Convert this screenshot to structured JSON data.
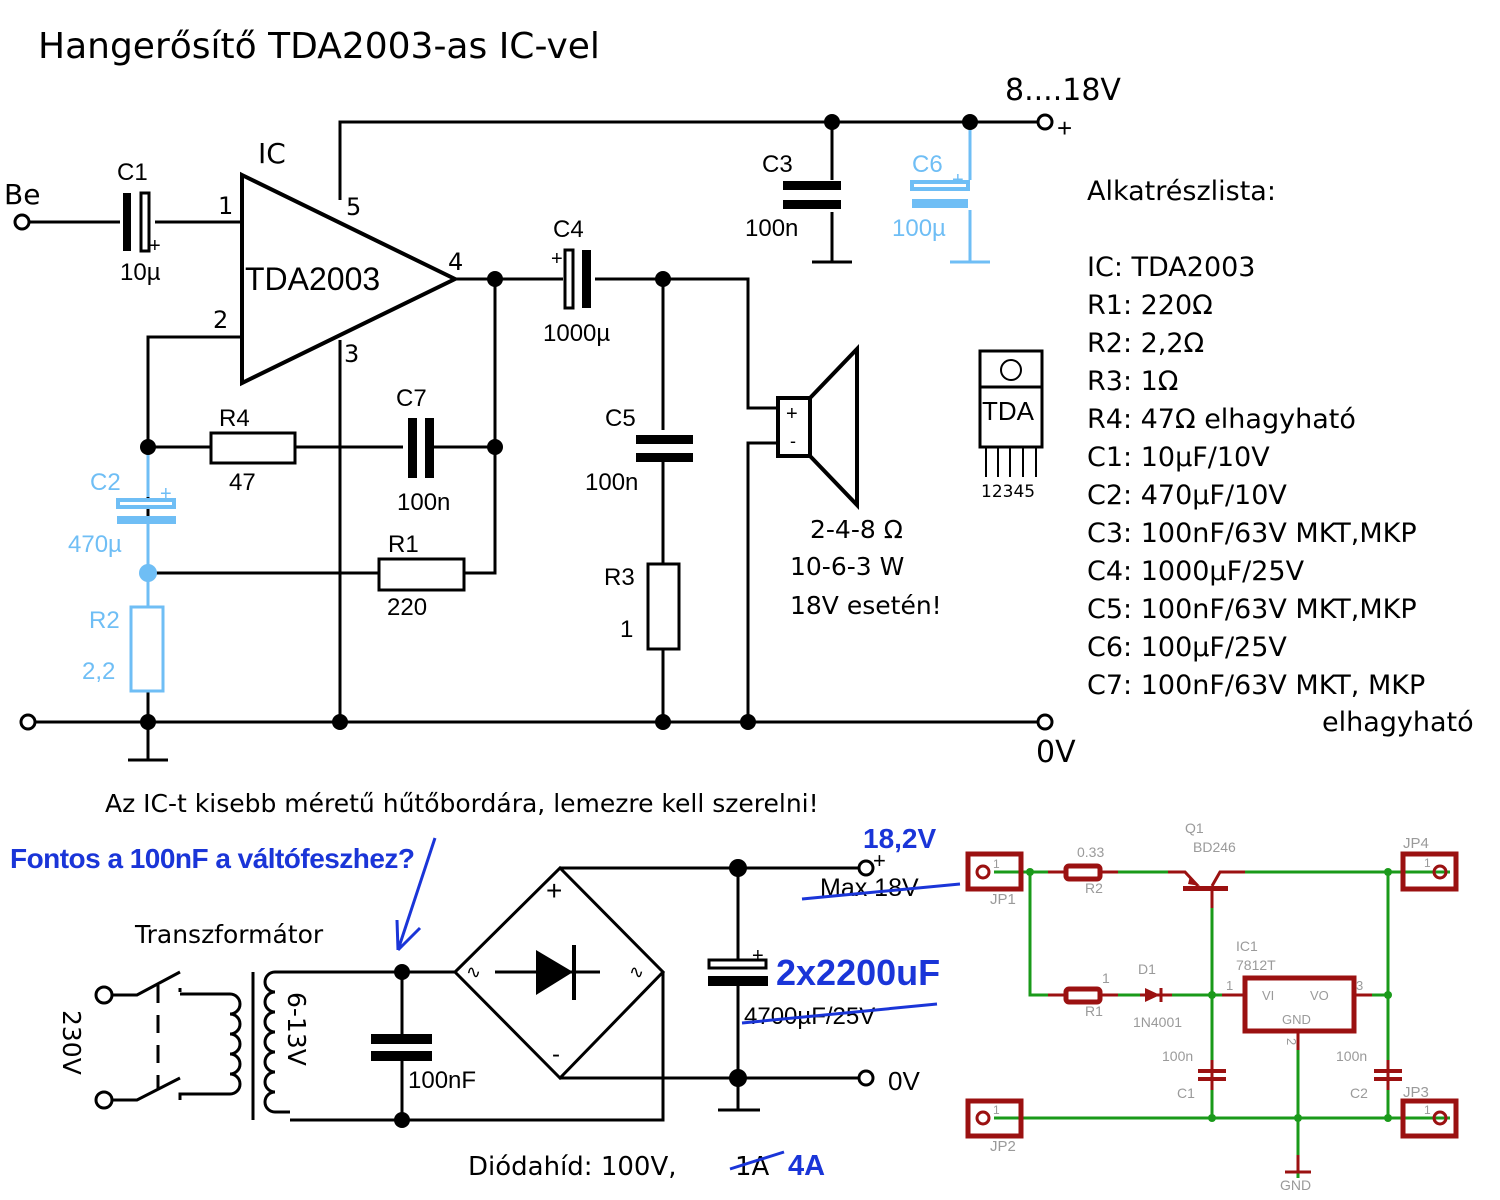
{
  "title": "Hangerősítő TDA2003-as IC-vel",
  "amplifier": {
    "input_label": "Be",
    "supply_label": "8....18V",
    "supply_plus": "+",
    "ground_label": "0V",
    "ic": {
      "ref": "IC",
      "name": "TDA2003",
      "pins": [
        "1",
        "2",
        "3",
        "4",
        "5"
      ]
    },
    "components": {
      "C1": {
        "ref": "C1",
        "value": "10µ"
      },
      "C2": {
        "ref": "C2",
        "value": "470µ"
      },
      "C3": {
        "ref": "C3",
        "value": "100n"
      },
      "C4": {
        "ref": "C4",
        "value": "1000µ"
      },
      "C5": {
        "ref": "C5",
        "value": "100n"
      },
      "C6": {
        "ref": "C6",
        "value": "100µ"
      },
      "C7": {
        "ref": "C7",
        "value": "100n"
      },
      "R1": {
        "ref": "R1",
        "value": "220"
      },
      "R2": {
        "ref": "R2",
        "value": "2,2"
      },
      "R3": {
        "ref": "R3",
        "value": "1"
      },
      "R4": {
        "ref": "R4",
        "value": "47"
      }
    },
    "polarity_plus": "+",
    "polarity_minus": "-",
    "speaker_specs": [
      "2-4-8 Ω",
      "10-6-3 W",
      "18V esetén!"
    ],
    "package": {
      "label": "TDA",
      "pins": "12345"
    },
    "highlight_color": "#6fbef5"
  },
  "parts_list": {
    "title": "Alkatrészlista:",
    "items": [
      "IC: TDA2003",
      "R1: 220Ω",
      "R2: 2,2Ω",
      "R3: 1Ω",
      "R4: 47Ω elhagyható",
      "C1: 10µF/10V",
      "C2: 470µF/10V",
      "C3: 100nF/63V MKT,MKP",
      "C4: 1000µF/25V",
      "C5: 100nF/63V MKT,MKP",
      "C6: 100µF/25V",
      "C7: 100nF/63V MKT, MKP"
    ],
    "continuation": "elhagyható"
  },
  "heatsink_note": "Az IC-t kisebb méretű hűtőbordára, lemezre kell szerelni!",
  "power_supply": {
    "question": "Fontos a 100nF a váltófeszhez?",
    "transformer_label": "Transzformátor",
    "mains_label": "230V",
    "secondary_label": "6-13V",
    "cap_label": "100nF",
    "bridge_plus": "+",
    "bridge_minus": "-",
    "out_plus": "+",
    "out_voltage_new": "18,2V",
    "out_voltage_old": "Max 18V",
    "filter_cap_new": "2x2200uF",
    "filter_cap_old": "4700µF/25V",
    "ground_label": "0V",
    "bridge_note_prefix": "Diódahíd:  100V,",
    "bridge_current_old": "1A",
    "bridge_current_new": "4A",
    "annotation_color": "#1a35d8"
  },
  "regulator": {
    "jp1": "JP1",
    "jp2": "JP2",
    "jp3": "JP3",
    "jp4": "JP4",
    "pin1": "1",
    "q1_ref": "Q1",
    "q1_value": "BD246",
    "r2_ref": "R2",
    "r2_value": "0.33",
    "r1_ref": "R1",
    "r1_value": "1",
    "d1_ref": "D1",
    "d1_value": "1N4001",
    "ic1_ref": "IC1",
    "ic1_value": "7812T",
    "ic1_vi": "VI",
    "ic1_vo": "VO",
    "ic1_gnd": "GND",
    "ic1_pin1": "1",
    "ic1_pin2": "2",
    "ic1_pin3": "3",
    "c1_ref": "C1",
    "c1_value": "100n",
    "c2_ref": "C2",
    "c2_value": "100n",
    "gnd_label": "GND",
    "wire_color": "#1a9a1a",
    "part_color": "#9b1111"
  }
}
